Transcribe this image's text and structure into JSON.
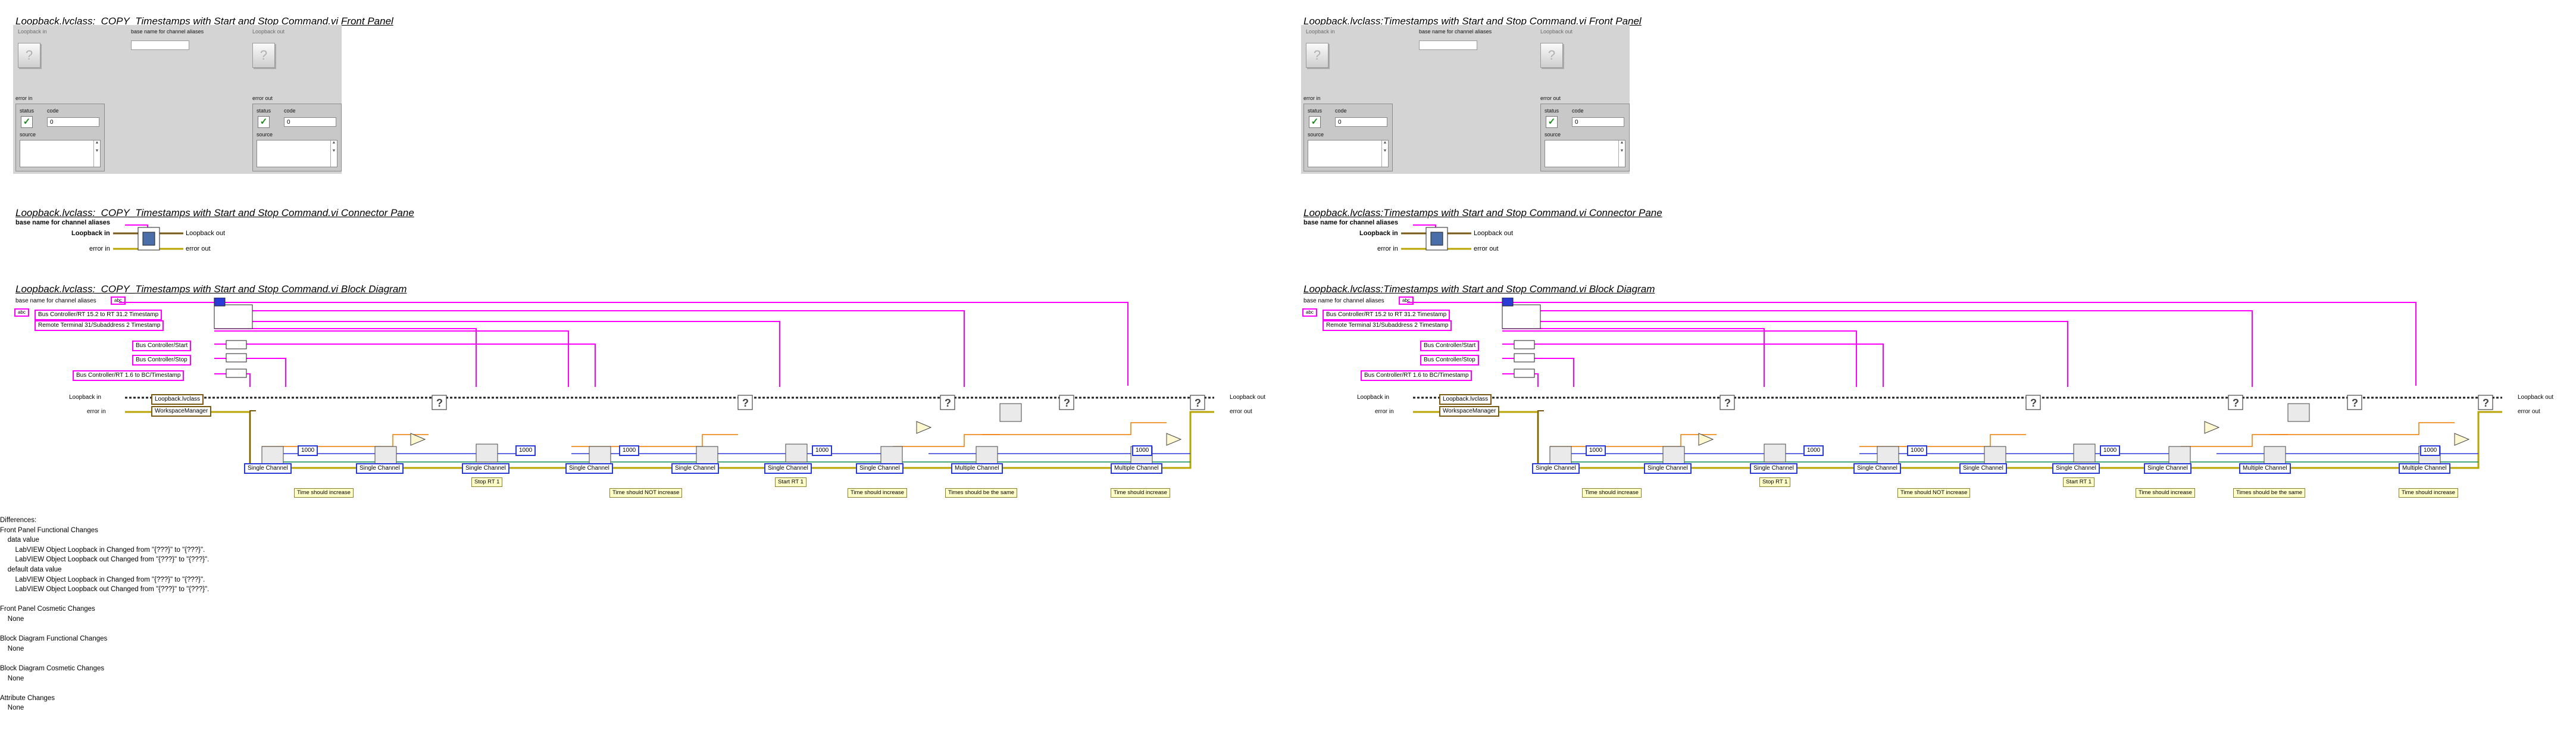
{
  "left": {
    "front_panel_title": "Loopback.lvclass:_COPY_Timestamps with Start and Stop Command.vi Front Panel",
    "connector_pane_title": "Loopback.lvclass:_COPY_Timestamps with Start and Stop Command.vi Connector Pane",
    "block_diagram_title": "Loopback.lvclass:_COPY_Timestamps with Start and Stop Command.vi Block Diagram"
  },
  "right": {
    "front_panel_title": "Loopback.lvclass:Timestamps with Start and Stop Command.vi Front Panel",
    "connector_pane_title": "Loopback.lvclass:Timestamps with Start and Stop Command.vi Connector Pane",
    "block_diagram_title": "Loopback.lvclass:Timestamps with Start and Stop Command.vi Block Diagram"
  },
  "front_panel": {
    "loopback_in": "Loopback in",
    "base_name": "base name for channel aliases",
    "loopback_out": "Loopback out",
    "error_in": "error in",
    "error_out": "error out",
    "status": "status",
    "code": "code",
    "code_value": "0",
    "source": "source"
  },
  "connector_pane": {
    "base_name": "base name for channel aliases",
    "loopback_in": "Loopback in",
    "error_in": "error in",
    "loopback_out": "Loopback out",
    "error_out": "error out"
  },
  "block_diagram": {
    "base_name_label": "base name for channel aliases",
    "abc": "abc",
    "const_bc_rt": "Bus Controller/RT 15.2 to RT 31.2 Timestamp",
    "const_rt_sub": "Remote Terminal 31/Subaddress 2 Timestamp",
    "const_start": "Bus Controller/Start",
    "const_stop": "Bus Controller/Stop",
    "const_rt_bc": "Bus Controller/RT 1.6 to BC/Timestamp",
    "loopback_in": "Loopback in",
    "error_in": "error in",
    "loopback_class": "Loopback.lvclass",
    "workspace_manager": "WorkspaceManager",
    "loopback_out": "Loopback out",
    "error_out": "error out",
    "single_channel": "Single Channel",
    "multiple_channel": "Multiple Channel",
    "num_1000": "1000",
    "notes": {
      "time_increase": "Time should increase",
      "stop_rt": "Stop RT 1",
      "time_not_increase": "Time should NOT increase",
      "start_rt": "Start RT 1",
      "times_same": "Times should be the same"
    }
  },
  "differences": "Differences:\nFront Panel Functional Changes\n    data value\n        LabVIEW Object Loopback in Changed from \"{???}\" to \"{???}\".\n        LabVIEW Object Loopback out Changed from \"{???}\" to \"{???}\".\n    default data value\n        LabVIEW Object Loopback in Changed from \"{???}\" to \"{???}\".\n        LabVIEW Object Loopback out Changed from \"{???}\" to \"{???}\".\n\nFront Panel Cosmetic Changes\n    None\n\nBlock Diagram Functional Changes\n    None\n\nBlock Diagram Cosmetic Changes\n    None\n\nAttribute Changes\n    None",
  "colors": {
    "pink_wire": "#ff00ff",
    "class_wire": "#7a5a12",
    "error_wire": "#b9a400",
    "blue_wire": "#2b3bd6",
    "orange_wire": "#f07a00",
    "panel_bg": "#d4d4d4"
  }
}
